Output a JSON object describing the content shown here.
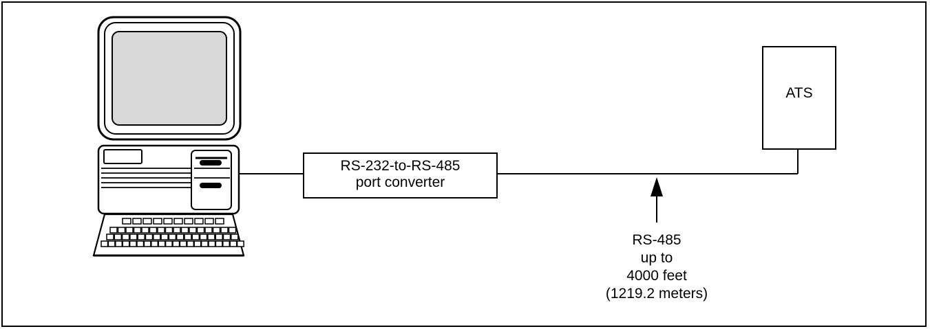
{
  "converter": {
    "line1": "RS-232-to-RS-485",
    "line2": "port converter"
  },
  "device": {
    "label": "ATS"
  },
  "link": {
    "line1": "RS-485",
    "line2": "up to",
    "line3": "4000 feet",
    "line4": "(1219.2 meters)"
  },
  "colors": {
    "stroke": "#000000",
    "screen_fill": "#d9d9d9",
    "background": "#ffffff"
  }
}
